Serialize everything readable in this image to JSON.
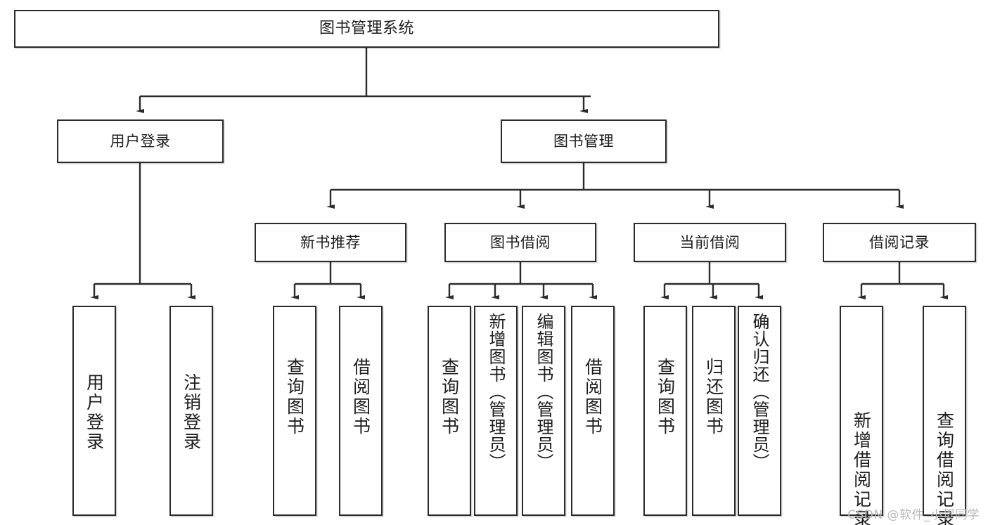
{
  "diagram": {
    "title": "图书管理系统",
    "type": "hierarchy-tree",
    "root": {
      "label": "图书管理系统"
    },
    "level1": [
      {
        "label": "用户登录"
      },
      {
        "label": "图书管理"
      }
    ],
    "level2": [
      {
        "label": "新书推荐"
      },
      {
        "label": "图书借阅"
      },
      {
        "label": "当前借阅"
      },
      {
        "label": "借阅记录"
      }
    ],
    "leaves": {
      "user_login": [
        {
          "label": "用户登录"
        },
        {
          "label": "注销登录"
        }
      ],
      "new_book_recommend": [
        {
          "label": "查询图书"
        },
        {
          "label": "借阅图书"
        }
      ],
      "book_borrow": [
        {
          "label": "查询图书"
        },
        {
          "label": "新增图书（管理员）"
        },
        {
          "label": "编辑图书（管理员）"
        },
        {
          "label": "借阅图书"
        }
      ],
      "current_borrow": [
        {
          "label": "查询图书"
        },
        {
          "label": "归还图书"
        },
        {
          "label": "确认归还（管理员）"
        }
      ],
      "borrow_records": [
        {
          "label": "新增借阅记录"
        },
        {
          "label": "查询借阅记录"
        }
      ]
    }
  },
  "watermark": {
    "text": "CSDN @软件_小贺同学"
  },
  "colors": {
    "stroke": "#2b2b2b",
    "fill": "#ffffff",
    "text": "#1d1d1d",
    "watermark": "#b9b9b9"
  }
}
